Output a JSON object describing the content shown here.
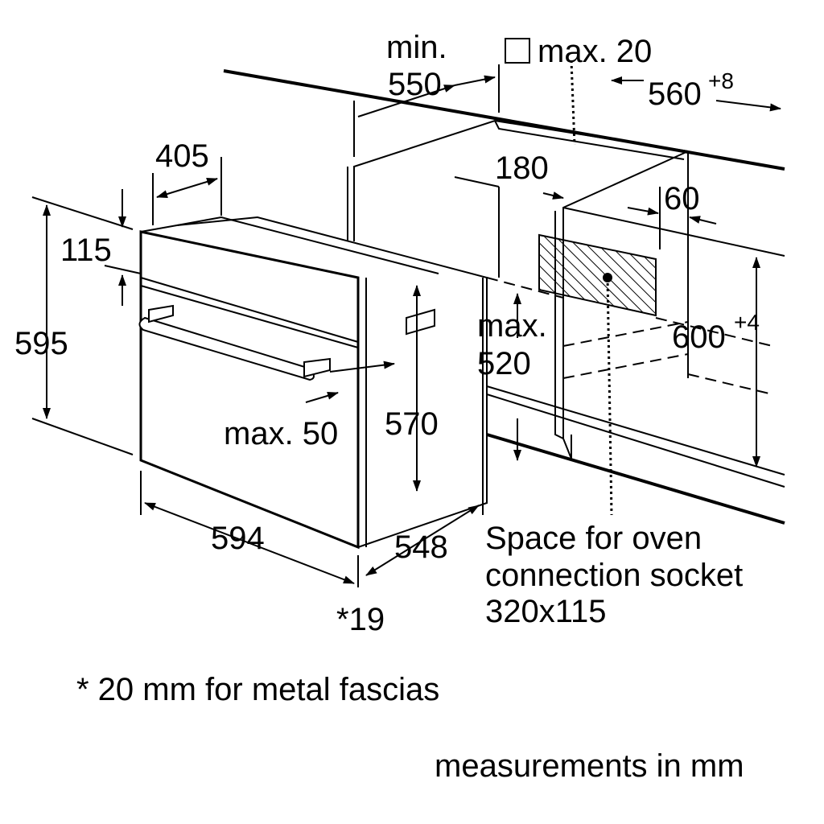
{
  "title": "Built-in oven installation dimensions",
  "labels": {
    "min": "min.",
    "d550": "550",
    "max20": "max. 20",
    "d560": "560",
    "d560_tol": "+8",
    "d405": "405",
    "d180": "180",
    "d60": "60",
    "d115": "115",
    "d595": "595",
    "d600": "600",
    "d600_tol": "+4",
    "max": "max.",
    "d520": "520",
    "d570": "570",
    "max50": "max. 50",
    "d594": "594",
    "d548": "548",
    "d19": "*19"
  },
  "socket_note": [
    "Space for oven",
    "connection socket",
    "320x115"
  ],
  "footnote": "* 20 mm for metal fascias",
  "units_note": "measurements in mm",
  "icons": {
    "ventilation_square": "square-icon"
  }
}
